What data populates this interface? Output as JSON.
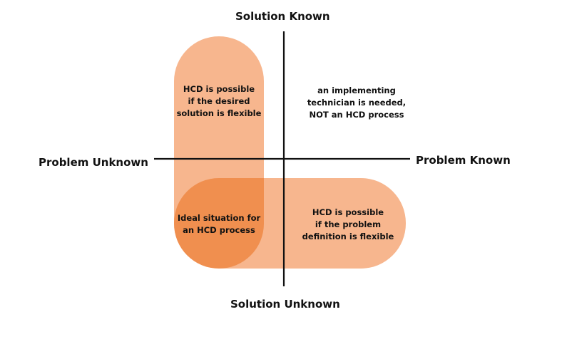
{
  "colors": {
    "pill_fill": "#f7b68e",
    "overlap_fill": "#f08f4f",
    "axis": "#111111",
    "text": "#111111"
  },
  "axes": {
    "top": "Solution Known",
    "bottom": "Solution Unknown",
    "left": "Problem Unknown",
    "right": "Problem Known"
  },
  "quadrants": {
    "top_left": [
      "HCD is possible",
      "if the desired",
      "solution is flexible"
    ],
    "top_right": [
      "an implementing",
      "technician is needed,",
      "NOT an HCD process"
    ],
    "bottom_left": [
      "Ideal situation for",
      "an HCD process"
    ],
    "bottom_right": [
      "HCD is possible",
      "if the problem",
      "definition is flexible"
    ]
  }
}
